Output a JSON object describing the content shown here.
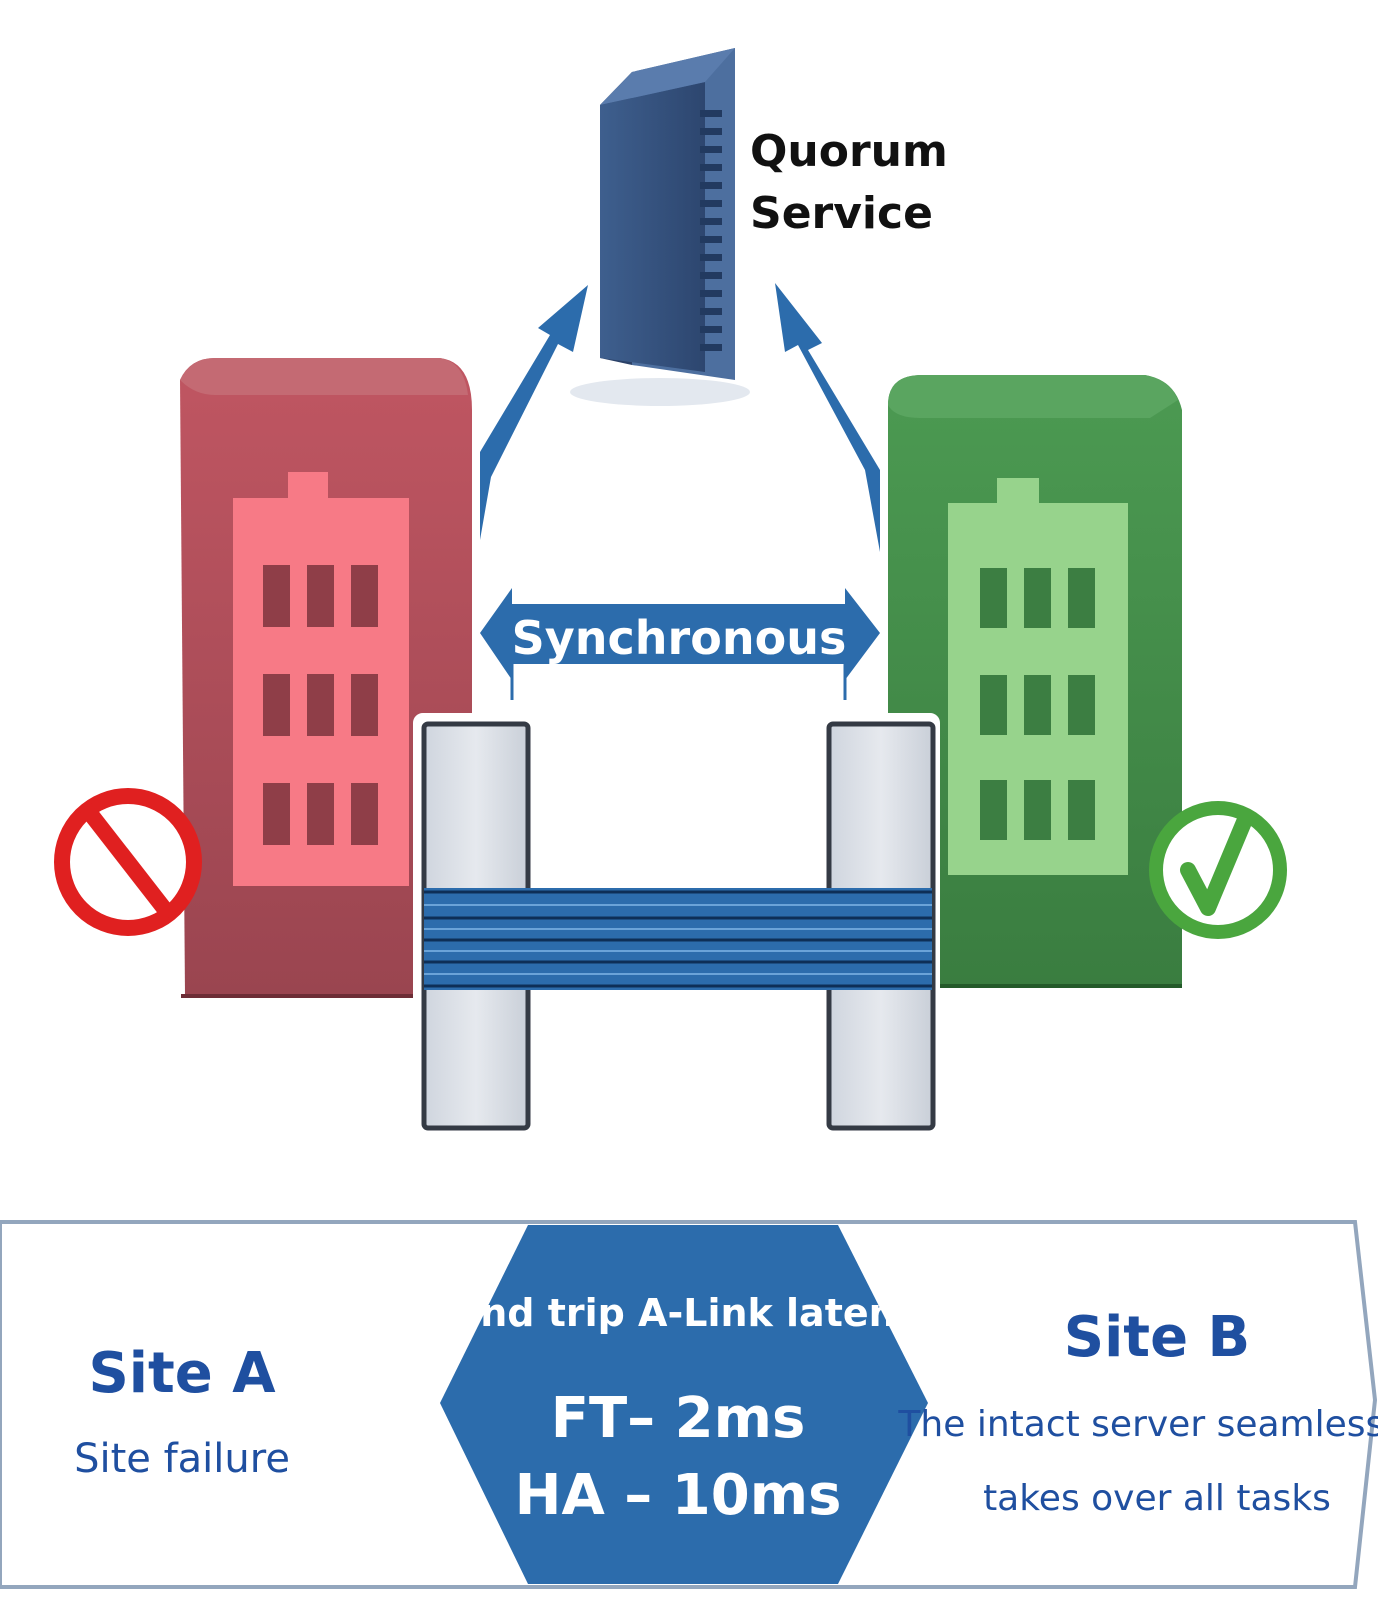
{
  "quorum": {
    "line1": "Quorum",
    "line2": "Service"
  },
  "link": {
    "label": "Synchronous"
  },
  "site_a": {
    "title": "Site A",
    "status": "Site failure",
    "status_icon": "prohibited-icon",
    "color": "#a54a55"
  },
  "site_b": {
    "title": "Site B",
    "status_line1": "The intact server seamlessly",
    "status_line2": "takes over all tasks",
    "status_icon": "checkmark-icon",
    "color": "#3f8a46"
  },
  "latency": {
    "title": "Round trip A-Link latency:",
    "ft": "FT– 2ms",
    "ha": "HA – 10ms"
  },
  "colors": {
    "primary_blue": "#2c6cac",
    "title_blue": "#1f4fa0",
    "server_navy": "#34507c",
    "fail_red": "#e02020",
    "ok_green": "#4aa63e"
  }
}
